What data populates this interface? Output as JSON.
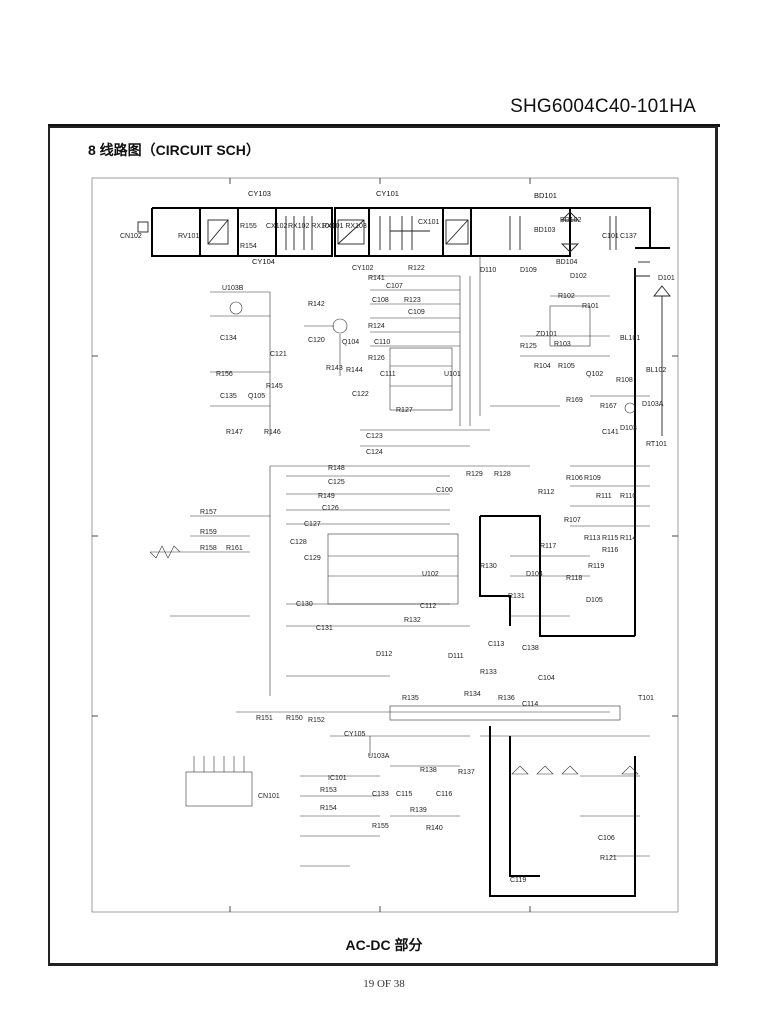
{
  "header": {
    "doc_code": "SHG6004C40-101HA"
  },
  "section": {
    "title": "8 线路图（CIRCUIT SCH）"
  },
  "schematic": {
    "caption": "AC-DC 部分",
    "labels": {
      "cy103": "CY103",
      "cy101": "CY101",
      "bd101": "BD101",
      "cn102": "CN102",
      "rv101": "RV101",
      "r155": "R155",
      "r154": "R154",
      "cx102": "CX102",
      "rx102": "RX102 RX104",
      "rx101": "RX101 RX103",
      "cx101": "CX101",
      "cy104": "CY104",
      "bd102": "BD102",
      "bd103": "BD103",
      "bd104": "BD104",
      "c101": "C101",
      "c137": "C137",
      "d110": "D110",
      "d109": "D109",
      "d102": "D102",
      "d101": "D101",
      "cy102": "CY102",
      "r122": "R122",
      "r141": "R141",
      "c107": "C107",
      "r123": "R123",
      "c108": "C108",
      "c109": "C109",
      "r124": "R124",
      "c110": "C110",
      "r126": "R126",
      "u101": "U101",
      "c111": "C111",
      "c122": "C122",
      "r127": "R127",
      "c123": "C123",
      "c124": "C124",
      "u103b": "U103B",
      "r142": "R142",
      "q104": "Q104",
      "c134": "C134",
      "c120": "C120",
      "c121": "C121",
      "r143": "R143",
      "r144": "R144",
      "r156": "R156",
      "r145": "R145",
      "c135": "C135",
      "q105": "Q105",
      "r147": "R147",
      "r146": "R146",
      "r102": "R102",
      "r101": "R101",
      "zd101": "ZD101",
      "r103": "R103",
      "r125": "R125",
      "r104": "R104",
      "r105": "R105",
      "q102": "Q102",
      "bl101": "BL101",
      "bl102": "BL102",
      "r108": "R108",
      "r169": "R169",
      "r167": "R167",
      "d103a": "D103A",
      "d103": "D103",
      "c141": "C141",
      "rt101": "RT101",
      "r148": "R148",
      "c125": "C125",
      "r149": "R149",
      "c126": "C126",
      "c127": "C127",
      "c128": "C128",
      "c129": "C129",
      "c130": "C130",
      "c131": "C131",
      "u102": "U102",
      "c100": "C100",
      "r129": "R129",
      "r128": "R128",
      "r112": "R112",
      "r106": "R106",
      "r109": "R109",
      "r111": "R111",
      "r110": "R110",
      "r107": "R107",
      "r113": "R113",
      "r115": "R115",
      "r114": "R114",
      "r116": "R116",
      "r117": "R117",
      "r130": "R130",
      "d104": "D104",
      "r118": "R118",
      "r119": "R119",
      "r131": "R131",
      "r132": "R132",
      "c112": "C112",
      "d105": "D105",
      "d111": "D111",
      "d112": "D112",
      "c113": "C113",
      "c138": "C138",
      "r133": "R133",
      "c104": "C104",
      "r134": "R134",
      "r136": "R136",
      "c114": "C114",
      "r135": "R135",
      "t101": "T101",
      "r151": "R151",
      "r150": "R150",
      "r152": "R152",
      "cy105": "CY105",
      "u103a": "U103A",
      "r138": "R138",
      "r137": "R137",
      "ic101": "IC101",
      "r153": "R153",
      "c133": "C133",
      "c115": "C115",
      "c116": "C116",
      "r154b": "R154",
      "r139": "R139",
      "r155b": "R155",
      "r140": "R140",
      "cn101": "CN101",
      "c106": "C106",
      "r121": "R121",
      "c119": "C119",
      "r157": "R157",
      "r159": "R159",
      "r158": "R158",
      "r161": "R161"
    }
  },
  "footer": {
    "page": "19 OF 38"
  }
}
